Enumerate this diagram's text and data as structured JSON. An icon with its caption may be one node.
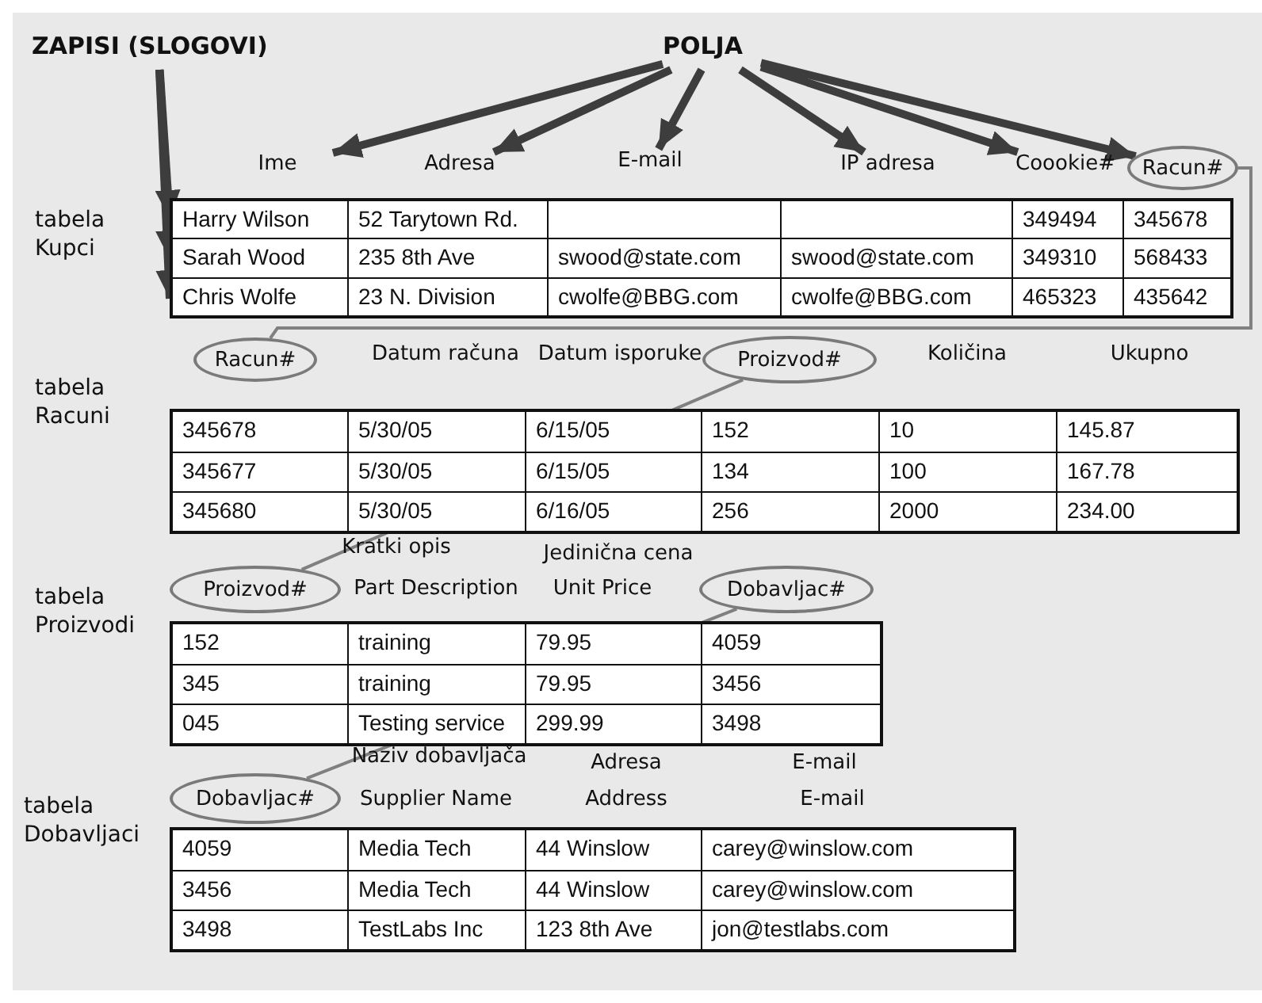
{
  "diagram": {
    "nodes": [
      {
        "text": [
          "ZAPISI (SLOGOVI)"
        ]
      },
      {
        "text": [
          "POLJA"
        ]
      },
      {
        "text": [
          "Ime"
        ]
      },
      {
        "text": [
          "Adresa"
        ]
      },
      {
        "text": [
          "E-mail"
        ]
      },
      {
        "text": [
          "IP adresa"
        ]
      },
      {
        "text": [
          "Coookie#"
        ]
      },
      {
        "text": [
          "Racun#"
        ]
      },
      {
        "text": [
          "Harry Wilson",
          "52 Tarytown Rd.",
          "349494",
          "345678"
        ]
      },
      {
        "text": [
          "Sarah Wood",
          "235 8th Ave",
          "swood@state.com",
          "swood@state.com",
          "349310",
          "568433"
        ]
      },
      {
        "text": [
          "Chris Wolfe",
          "23 N. Division",
          "cwolfe@BBG.com",
          "cwolfe@BBG.com",
          "465323",
          "435642"
        ]
      },
      {
        "text": [
          "Racun#"
        ]
      },
      {
        "text": [
          "Proizvod#"
        ]
      },
      {
        "text": [
          "Proizvod#"
        ]
      },
      {
        "text": [
          "Dobavljac#"
        ]
      },
      {
        "text": [
          "Dobavljac#"
        ]
      }
    ],
    "edges": [
      {
        "from": 1,
        "to": 2,
        "arrow": "to"
      },
      {
        "from": 1,
        "to": 3,
        "arrow": "to"
      },
      {
        "from": 1,
        "to": 4,
        "arrow": "to"
      },
      {
        "from": 1,
        "to": 5,
        "arrow": "to"
      },
      {
        "from": 1,
        "to": 6,
        "arrow": "to"
      },
      {
        "from": 1,
        "to": 7,
        "arrow": "to"
      },
      {
        "from": 0,
        "to": 8,
        "arrow": "to"
      },
      {
        "from": 0,
        "to": 9,
        "arrow": "to"
      },
      {
        "from": 0,
        "to": 10,
        "arrow": "to"
      },
      {
        "from": 7,
        "to": 11,
        "arrow": "none",
        "color": "#808080"
      },
      {
        "from": 12,
        "to": 13,
        "arrow": "none",
        "color": "#808080"
      },
      {
        "from": 14,
        "to": 15,
        "arrow": "none",
        "color": "#808080"
      }
    ],
    "labels": [
      "tabela Kupci",
      "tabela Racuni",
      "Datum računa",
      "Datum isporuke",
      "Količina",
      "Ukupno",
      "345678",
      "5/30/05",
      "6/15/05",
      "152",
      "10",
      "145.87",
      "345677",
      "5/30/05",
      "6/15/05",
      "134",
      "100",
      "167.78",
      "345680",
      "5/30/05",
      "6/16/05",
      "256",
      "2000",
      "234.00",
      "Kratki opis",
      "Jedinična cena",
      "tabela Proizvodi",
      "Part Description",
      "Unit Price",
      "152",
      "training",
      "79.95",
      "4059",
      "345",
      "training",
      "79.95",
      "3456",
      "045",
      "Testing service",
      "299.99",
      "3498",
      "Naziv dobavljača",
      "Adresa",
      "E-mail",
      "tabela Dobavljaci",
      "Supplier Name",
      "Address",
      "E-mail",
      "4059",
      "Media Tech",
      "44 Winslow",
      "carey@winslow.com",
      "3456",
      "Media Tech",
      "44 Winslow",
      "carey@winslow.com",
      "3498",
      "TestLabs Inc",
      "123 8th Ave",
      "jon@testlabs.com"
    ]
  }
}
